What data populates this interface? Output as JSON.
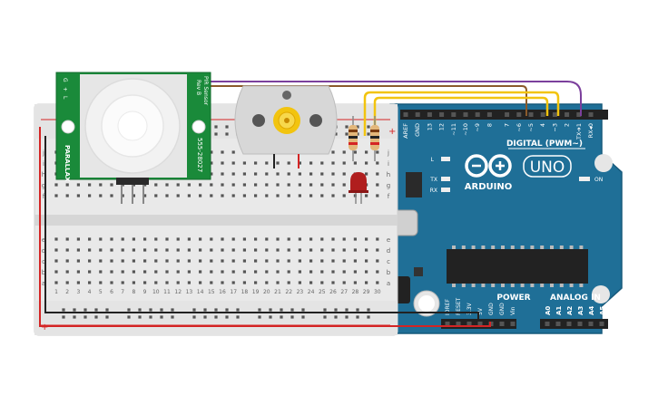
{
  "pir": {
    "brand": "PARALLAX",
    "model": "555-28027",
    "title": "PIR Sensor",
    "rev": "Rev B",
    "pins": [
      "G",
      "+",
      "L"
    ]
  },
  "arduino": {
    "logo": "ARDUINO",
    "uno": "UNO",
    "digital": "DIGITAL (PWM~)",
    "power": "POWER",
    "analog": "ANALOG IN",
    "on": "ON",
    "tx": "TX",
    "rx": "RX",
    "l": "L",
    "digital_pins": [
      "AREF",
      "GND",
      "13",
      "12",
      "~11",
      "~10",
      "~9",
      "8",
      "7",
      "~6",
      "~5",
      "4",
      "~3",
      "2",
      "TX➔1",
      "RX◂0"
    ],
    "power_pins": [
      "IOREF",
      "RESET",
      "3.3V",
      "5V",
      "GND",
      "GND",
      "Vin"
    ],
    "analog_pins": [
      "A0",
      "A1",
      "A2",
      "A3",
      "A4",
      "A5"
    ]
  },
  "breadboard": {
    "row_letters_top": [
      "j",
      "i",
      "h",
      "g",
      "f"
    ],
    "row_letters_bottom": [
      "e",
      "d",
      "c",
      "b",
      "a"
    ],
    "columns": [
      "1",
      "2",
      "3",
      "4",
      "5",
      "6",
      "7",
      "8",
      "9",
      "10",
      "11",
      "12",
      "13",
      "14",
      "15",
      "16",
      "17",
      "18",
      "19",
      "20",
      "21",
      "22",
      "23",
      "24",
      "25",
      "26",
      "27",
      "28",
      "29",
      "30"
    ],
    "plus": "+",
    "minus": "−"
  },
  "colors": {
    "board_blue": "#1f6f97",
    "pir_green": "#1a8a3a",
    "wire_yellow": "#f2c40f",
    "wire_purple": "#7b3f9c",
    "wire_brown": "#8b5a2b",
    "wire_red": "#d42424",
    "wire_black": "#222222"
  }
}
